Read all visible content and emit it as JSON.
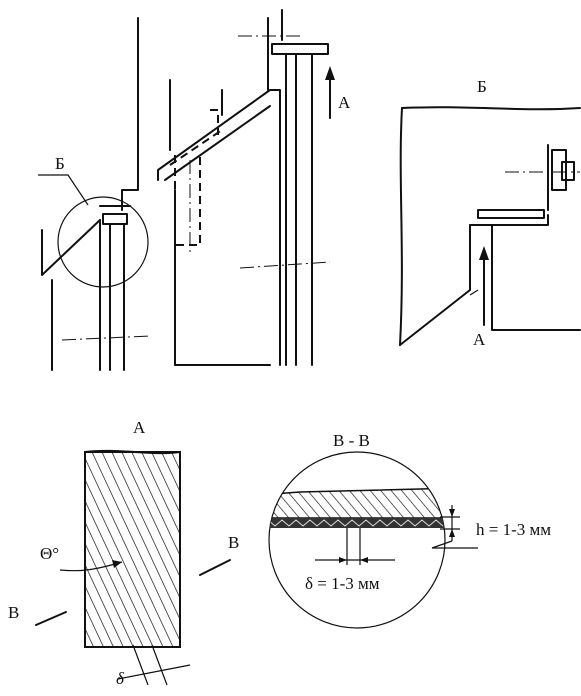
{
  "labels": {
    "view_b_callout": "Б",
    "view_b_title": "Б",
    "arrow_a_main": "А",
    "arrow_a_detail": "А",
    "section_a_title": "А",
    "section_vv_title": "В - В",
    "cut_v_right": "В",
    "cut_v_left": "В",
    "theta": "Θ°",
    "delta_section_a": "δ",
    "h_dim": "h = 1-3 мм",
    "delta_dim": "δ = 1-3 мм"
  }
}
